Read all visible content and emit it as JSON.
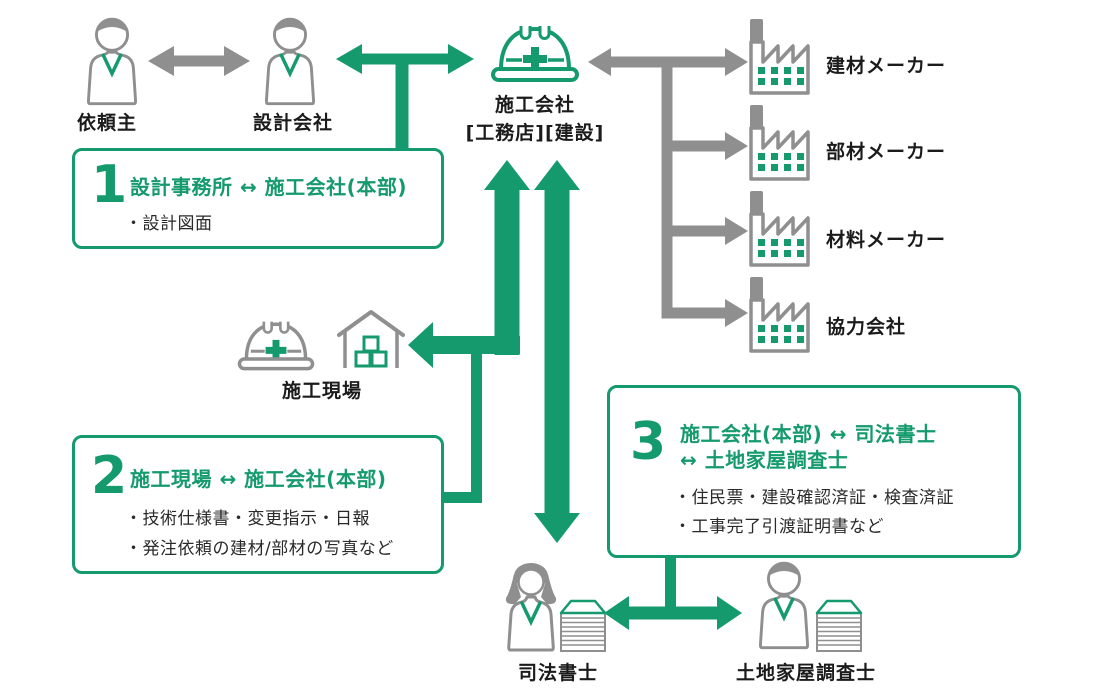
{
  "colors": {
    "green": "#149a6d",
    "gray": "#8f8f8f"
  },
  "icons": {
    "client": "person-icon",
    "design_company": "person-icon",
    "construction_company": "helmet-icon",
    "construction_site": "helmet-and-house-icon",
    "manufacturer": "factory-icon",
    "judicial_scrivener": "person-with-documents-icon",
    "land_surveyor": "person-with-documents-icon"
  },
  "actors": {
    "client": {
      "label": "依頼主"
    },
    "design_company": {
      "label": "設計会社"
    },
    "construction_company": {
      "label": "施工会社",
      "sublabel": "[工務店][建設]"
    },
    "construction_site": {
      "label": "施工現場"
    },
    "judicial_scrivener": {
      "label": "司法書士"
    },
    "land_surveyor": {
      "label": "土地家屋調査士"
    }
  },
  "manufacturers": [
    {
      "label": "建材メーカー"
    },
    {
      "label": "部材メーカー"
    },
    {
      "label": "材料メーカー"
    },
    {
      "label": "協力会社"
    }
  ],
  "callouts": [
    {
      "number": "1",
      "title": "設計事務所 ↔ 施工会社(本部)",
      "items": [
        "・設計図面"
      ]
    },
    {
      "number": "2",
      "title": "施工現場 ↔ 施工会社(本部)",
      "items": [
        "・技術仕様書・変更指示・日報",
        "・発注依頼の建材/部材の写真など"
      ]
    },
    {
      "number": "3",
      "title_line1": "施工会社(本部) ↔ 司法書士",
      "title_line2": "↔ 土地家屋調査士",
      "items": [
        "・住民票・建設確認済証・検査済証",
        "・工事完了引渡証明書など"
      ]
    }
  ]
}
